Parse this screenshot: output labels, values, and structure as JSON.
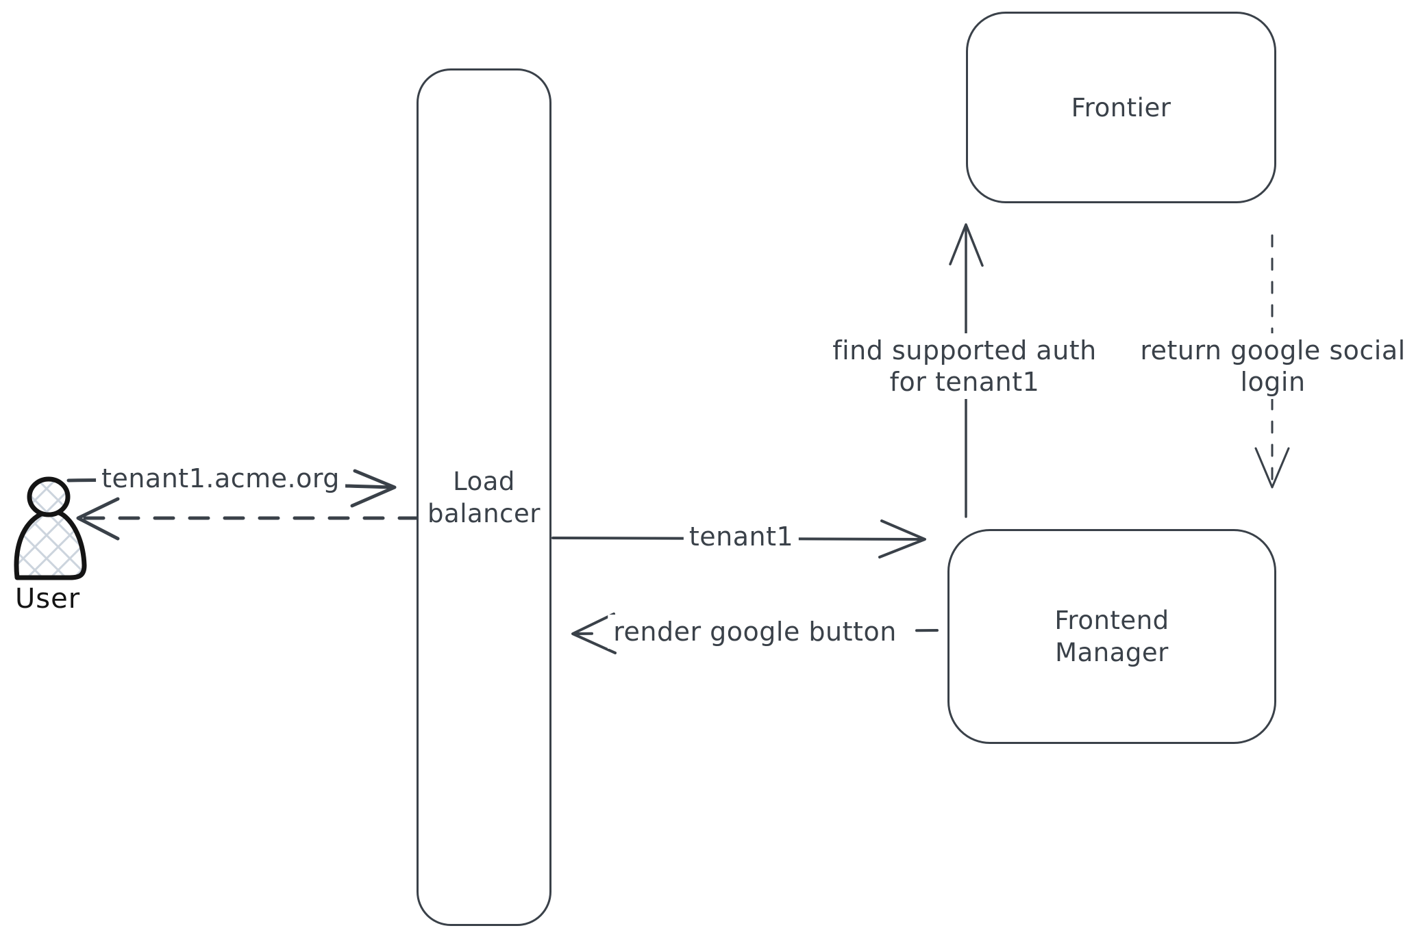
{
  "diagram": {
    "nodes": {
      "user": {
        "label": "User",
        "icon": "person-icon"
      },
      "load_balancer": {
        "label": "Load balancer",
        "label_lines": [
          "Load",
          "balancer"
        ]
      },
      "frontier": {
        "label": "Frontier"
      },
      "frontend_manager": {
        "label": "Frontend Manager",
        "label_lines": [
          "Frontend",
          "Manager"
        ]
      }
    },
    "edges": {
      "user_to_lb": {
        "from": "user",
        "to": "load_balancer",
        "style": "solid",
        "direction": "right",
        "label": "tenant1.acme.org"
      },
      "lb_to_user": {
        "from": "load_balancer",
        "to": "user",
        "style": "dashed",
        "direction": "left",
        "label": ""
      },
      "lb_to_fm": {
        "from": "load_balancer",
        "to": "frontend_manager",
        "style": "solid",
        "direction": "right",
        "label": "tenant1"
      },
      "fm_to_lb": {
        "from": "frontend_manager",
        "to": "load_balancer",
        "style": "dashed",
        "direction": "left",
        "label": "render google button"
      },
      "fm_to_frontier": {
        "from": "frontend_manager",
        "to": "frontier",
        "style": "solid",
        "direction": "up",
        "label": "find supported auth for tenant1",
        "label_lines": [
          "find supported auth",
          "for tenant1"
        ]
      },
      "frontier_to_fm": {
        "from": "frontier",
        "to": "frontend_manager",
        "style": "dashed",
        "direction": "down",
        "label": "return google social login",
        "label_lines": [
          "return google social",
          "login"
        ]
      }
    },
    "colors": {
      "stroke": "#3a4149",
      "user_stroke": "#141414",
      "user_hatch": "#ccd4dd",
      "background": "#ffffff"
    }
  }
}
